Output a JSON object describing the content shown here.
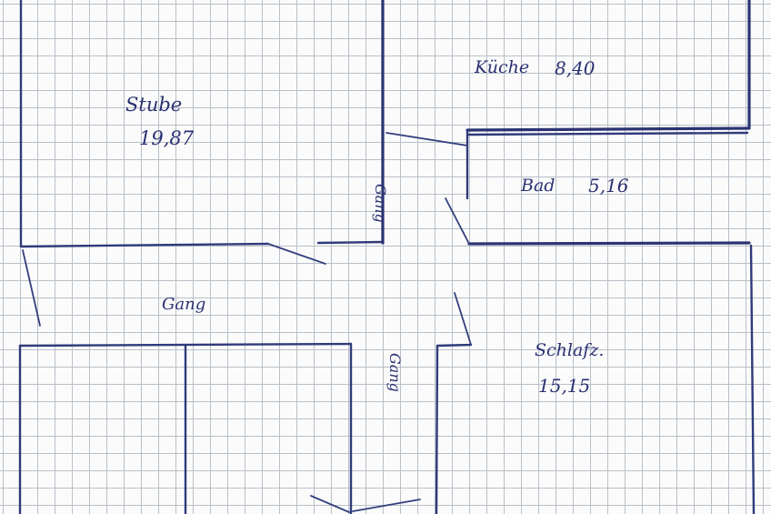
{
  "rooms": {
    "stube": {
      "name": "Stube",
      "area": "19,87"
    },
    "kueche": {
      "name": "Küche",
      "area": "8,40"
    },
    "bad": {
      "name": "Bad",
      "area": "5,16"
    },
    "schlafzimmer": {
      "name": "Schlafz.",
      "area": "15,15"
    }
  },
  "corridors": {
    "gang_horizontal": "Gang",
    "gang_vertical_upper": "Gang",
    "gang_vertical_lower": "Gang"
  },
  "colors": {
    "ink": "#2f3a7a",
    "grid": "#b9c0c8",
    "paper": "#fbfbfb"
  }
}
